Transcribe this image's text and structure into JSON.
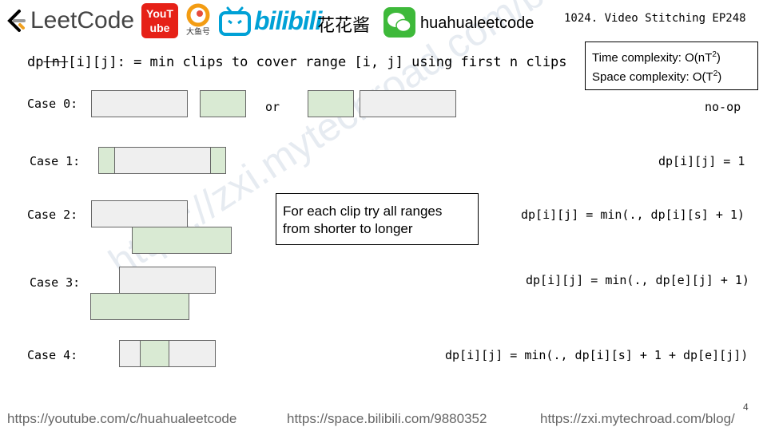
{
  "header": {
    "leetcode_logo_text": "LeetCode",
    "youtube_logo_text": "YouTube",
    "douyu_caption": "大鱼号",
    "bilibili_logo_text": "bilibili",
    "chinese_name": "花花酱",
    "wechat_id": "huahualeetcode",
    "episode_title": "1024. Video Stitching EP248"
  },
  "definition": {
    "prefix": "dp",
    "struck": "[n]",
    "suffix": "[i][j]: = min clips to cover range [i, j] using first n clips"
  },
  "complexity": {
    "time_prefix": "Time complexity: O(nT",
    "space_prefix": "Space complexity: O(T",
    "exponent": "2",
    "close": ")"
  },
  "cases": [
    {
      "label": "Case 0:",
      "formula": "no-op",
      "or_text": "or"
    },
    {
      "label": "Case 1:",
      "formula": "dp[i][j] = 1"
    },
    {
      "label": "Case 2:",
      "formula": "dp[i][j] = min(., dp[i][s] + 1)"
    },
    {
      "label": "Case 3:",
      "formula": "dp[i][j] = min(., dp[e][j] + 1)"
    },
    {
      "label": "Case 4:",
      "formula": "dp[i][j] = min(., dp[i][s] + 1 + dp[e][j])"
    }
  ],
  "note": {
    "line1": "For each clip try all ranges",
    "line2": "from shorter to longer"
  },
  "watermark": "https://zxi.mytechroad.com/blog/ 花花酱 LeetCode",
  "footer": {
    "youtube": "https://youtube.com/c/huahualeetcode",
    "bilibili": "https://space.bilibili.com/9880352",
    "blog": "https://zxi.mytechroad.com/blog/"
  },
  "page_number": "4",
  "colors": {
    "green_fill": "#d9ead3",
    "gray_fill": "#efefef",
    "youtube_red": "#e62117",
    "bilibili_blue": "#00a1d6",
    "wechat_green": "#3eb93a"
  }
}
